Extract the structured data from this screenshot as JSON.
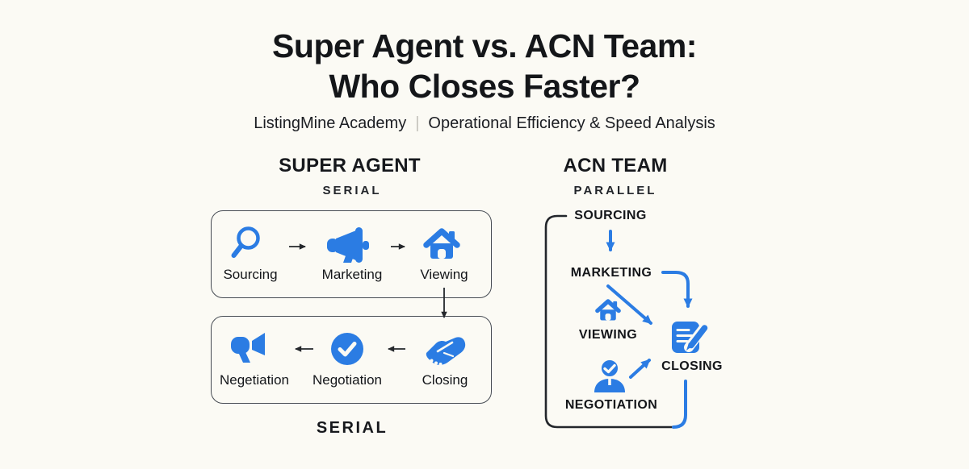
{
  "header": {
    "title_line1": "Super Agent vs. ACN Team:",
    "title_line2": "Who Closes Faster?",
    "subtitle_brand": "ListingMine Academy",
    "subtitle_divider": "|",
    "subtitle_topic": "Operational Efficiency & Speed Analysis"
  },
  "left": {
    "heading": "SUPER AGENT",
    "mode_top": "SERIAL",
    "mode_bottom": "SERIAL",
    "row1": {
      "stages": [
        {
          "label": "Sourcing",
          "icon": "search-icon"
        },
        {
          "label": "Marketing",
          "icon": "megaphone-icon"
        },
        {
          "label": "Viewing",
          "icon": "house-icon"
        }
      ],
      "flow_direction": "left-to-right"
    },
    "row2": {
      "stages": [
        {
          "label": "Negetiation",
          "icon": "megaphone-left-icon"
        },
        {
          "label": "Negotiation",
          "icon": "check-circle-icon"
        },
        {
          "label": "Closing",
          "icon": "handshake-icon"
        }
      ],
      "flow_direction": "right-to-left"
    }
  },
  "right": {
    "heading": "ACN TEAM",
    "mode": "PARALLEL",
    "nodes": {
      "sourcing": {
        "label": "SOURCING"
      },
      "marketing": {
        "label": "MARKETING"
      },
      "viewing": {
        "label": "VIEWING",
        "icon": "house-icon"
      },
      "negotiation": {
        "label": "NEGOTIATION",
        "icon": "person-check-icon"
      },
      "closing": {
        "label": "CLOSING",
        "icon": "document-pen-icon"
      }
    },
    "edges": [
      "sourcing->marketing",
      "marketing->closing (curved right)",
      "marketing->closing (diagonal)",
      "negotiation->closing (diagonal)",
      "closing->sourcing (loop around left)"
    ]
  },
  "colors": {
    "background": "#FBFAF4",
    "accent_blue": "#2B7CE3",
    "ink": "#15171B",
    "box_border": "#474C54",
    "bracket_black": "#23262B",
    "divider_gray": "#C3C1BA"
  }
}
